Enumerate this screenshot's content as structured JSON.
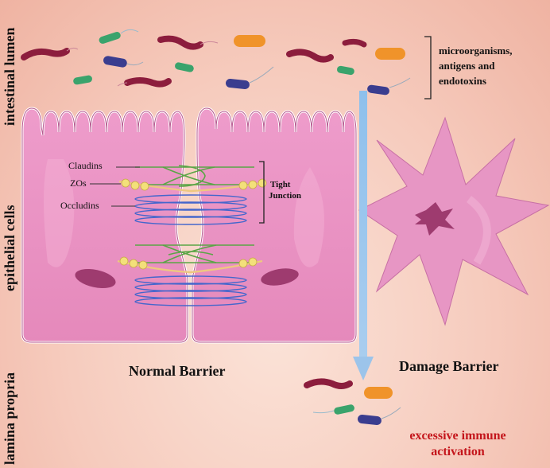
{
  "side_labels": {
    "lumen": "intestinal lumen",
    "epithelial": "epithelial cells",
    "lamina": "lamina propria"
  },
  "junction_labels": {
    "claudins": "Claudins",
    "zos": "ZOs",
    "occludins": "Occludins",
    "tight_junction_line1": "Tight",
    "tight_junction_line2": "Junction"
  },
  "microbe_labels": {
    "line1": "microorganisms,",
    "line2": "antigens and",
    "line3": "endotoxins"
  },
  "barrier_labels": {
    "normal": "Normal Barrier",
    "damage": "Damage Barrier"
  },
  "outcome": {
    "line1": "excessive immune",
    "line2": "activation"
  },
  "colors": {
    "cell_fill": "#e98ec0",
    "cell_stroke": "#b5588f",
    "nucleus": "#9e3b6f",
    "claudin": "#5aa546",
    "zo": "#f3e07a",
    "occludin": "#4466cc",
    "arrow": "#9cc4ea",
    "bacteria_red": "#8c1d3d",
    "bacteria_blue": "#3a3d8f",
    "bacteria_green": "#3aa36c",
    "bacteria_orange": "#f0932a",
    "outcome_red": "#c4161c"
  }
}
